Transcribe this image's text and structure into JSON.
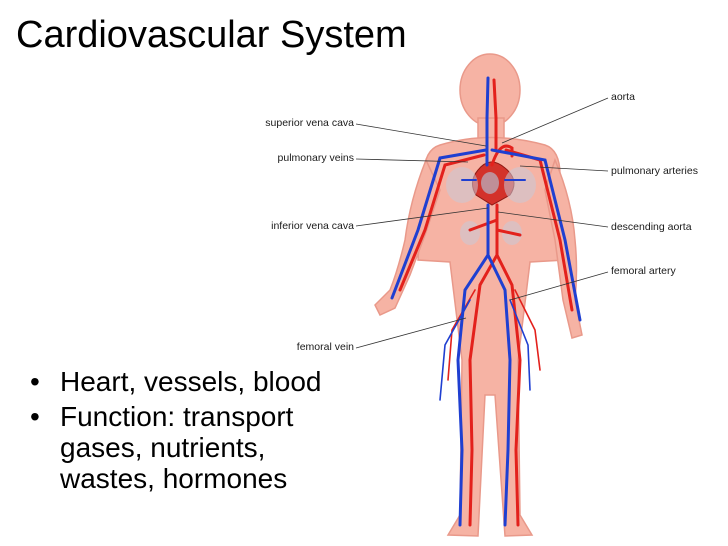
{
  "slide": {
    "title": "Cardiovascular System",
    "bullets": [
      "Heart, vessels, blood",
      "Function: transport\ngases, nutrients,\nwastes, hormones"
    ]
  },
  "diagram": {
    "labels": {
      "superior_vena_cava": "superior vena cava",
      "pulmonary_veins": "pulmonary veins",
      "inferior_vena_cava": "inferior vena cava",
      "femoral_vein": "femoral vein",
      "aorta": "aorta",
      "pulmonary_arteries": "pulmonary arteries",
      "descending_aorta": "descending aorta",
      "femoral_artery": "femoral artery"
    },
    "colors": {
      "skin": "#f6b3a4",
      "skin_outline": "#e9998a",
      "artery": "#e3211c",
      "vein": "#1f3fd1",
      "heart": "#d3322a",
      "leader_line": "#333333"
    }
  }
}
